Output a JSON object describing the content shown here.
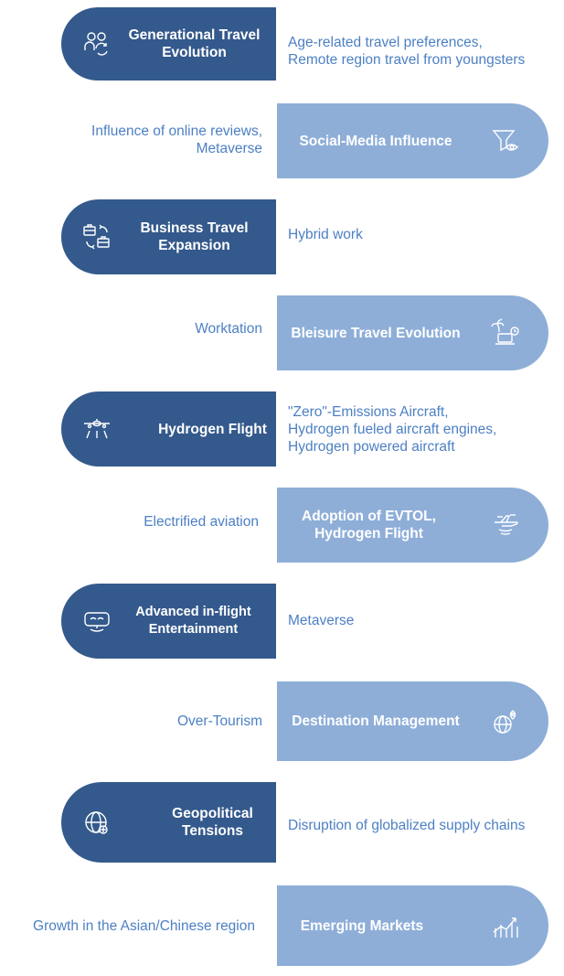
{
  "rows": [
    {
      "title": "Generational Travel Evolution",
      "notes": [
        "Age-related travel preferences,",
        "Remote region travel from youngsters"
      ]
    },
    {
      "title": "Social-Media Influence",
      "notes": [
        "Influence of online reviews,",
        "Metaverse"
      ]
    },
    {
      "title": "Business Travel Expansion",
      "notes": [
        "Hybrid work"
      ]
    },
    {
      "title": "Bleisure Travel Evolution",
      "notes": [
        "Worktation"
      ]
    },
    {
      "title": "Hydrogen Flight",
      "notes": [
        "\"Zero\"-Emissions Aircraft,",
        "Hydrogen fueled aircraft engines,",
        "Hydrogen powered aircraft"
      ]
    },
    {
      "title": "Adoption of EVTOL, Hydrogen Flight",
      "notes": [
        "Electrified aviation"
      ]
    },
    {
      "title": "Advanced in-flight Entertainment",
      "notes": [
        "Metaverse"
      ]
    },
    {
      "title": "Destination Management",
      "notes": [
        "Over-Tourism"
      ]
    },
    {
      "title": "Geopolitical Tensions",
      "notes": [
        "Disruption of globalized supply chains"
      ]
    },
    {
      "title": "Emerging Markets",
      "notes": [
        "Growth in the Asian/Chinese region"
      ]
    }
  ],
  "icons": [
    "people-cycle-icon",
    "filter-eye-icon",
    "briefcase-swap-icon",
    "palm-laptop-icon",
    "hydrogen-plane-icon",
    "evtol-plane-icon",
    "vr-headset-icon",
    "globe-location-icon",
    "globe-broken-icon",
    "growth-chart-icon"
  ],
  "colors": {
    "dark": "#34598c",
    "light": "#8eaed8",
    "note_text": "#4d80c4"
  }
}
